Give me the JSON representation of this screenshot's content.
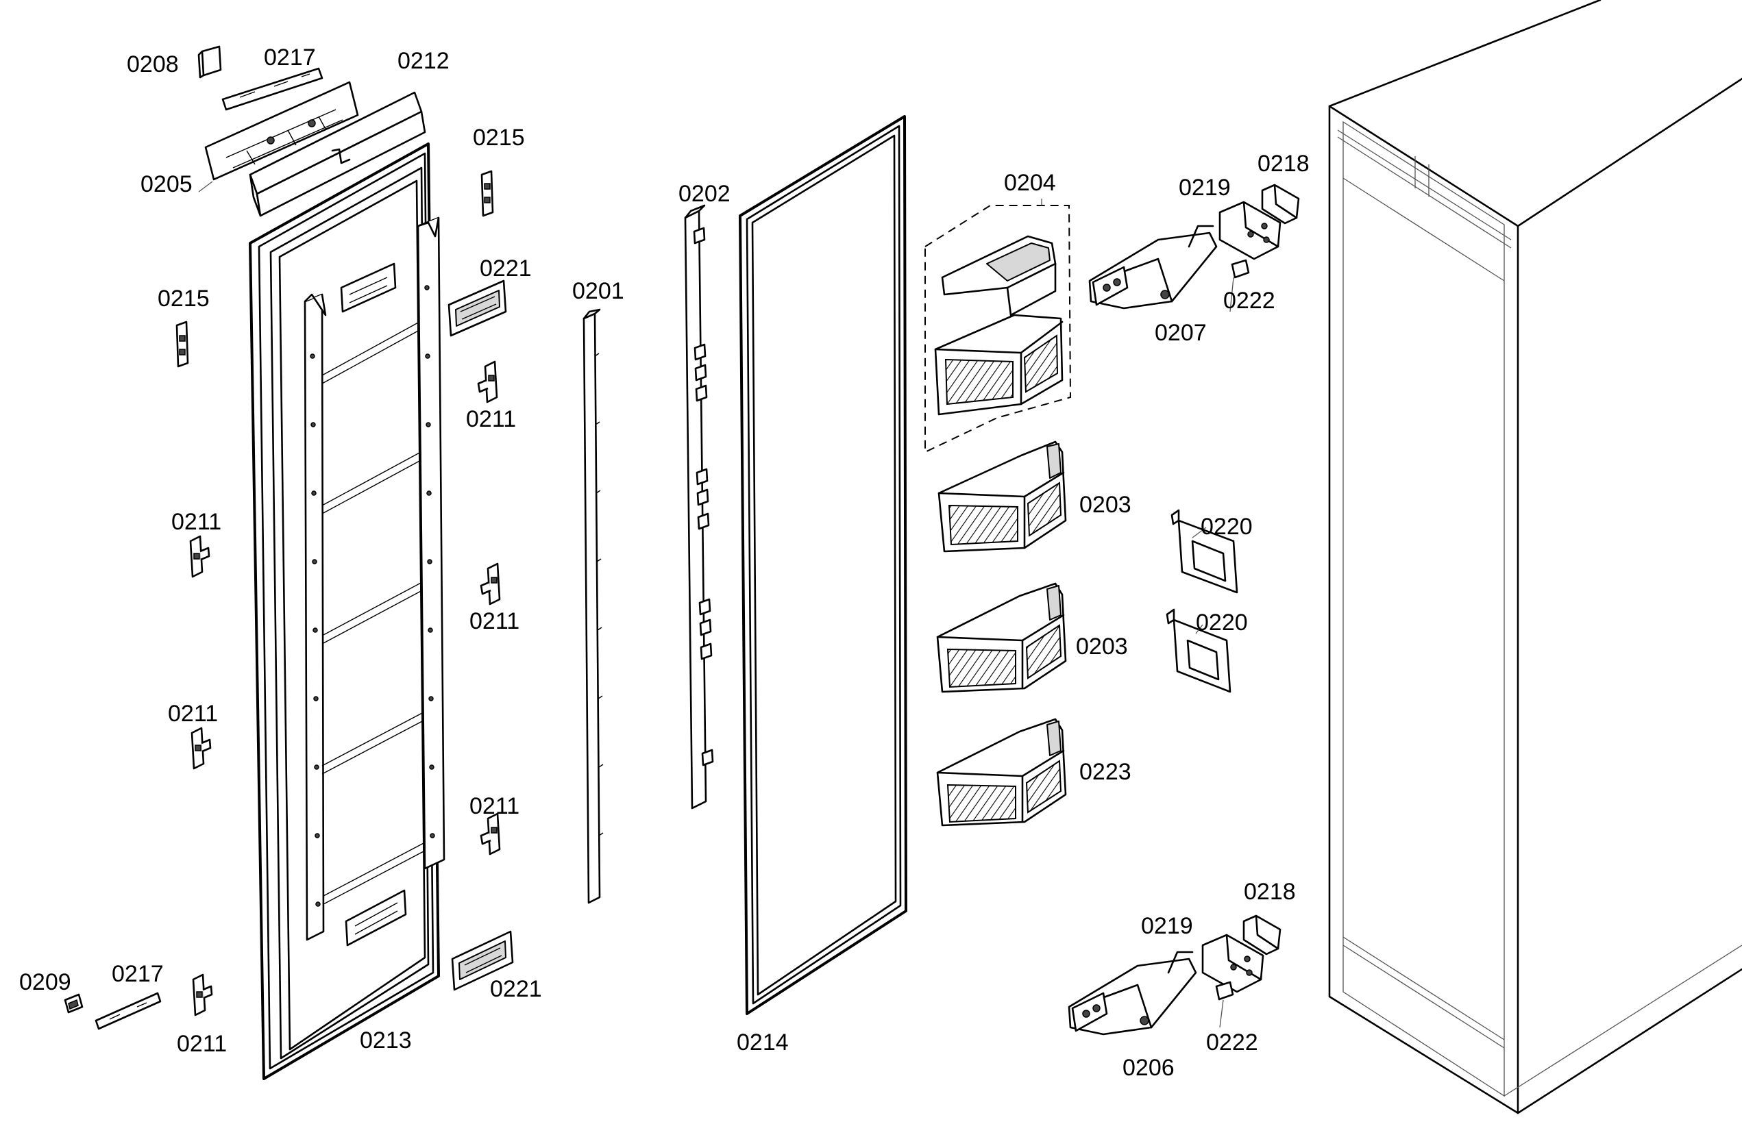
{
  "parts": {
    "p0201": "0201",
    "p0202": "0202",
    "p0203a": "0203",
    "p0203b": "0203",
    "p0204": "0204",
    "p0205": "0205",
    "p0206": "0206",
    "p0207": "0207",
    "p0208": "0208",
    "p0209": "0209",
    "p0211a": "0211",
    "p0211b": "0211",
    "p0211c": "0211",
    "p0211d": "0211",
    "p0211e": "0211",
    "p0211f": "0211",
    "p0212": "0212",
    "p0213": "0213",
    "p0214": "0214",
    "p0215a": "0215",
    "p0215b": "0215",
    "p0217a": "0217",
    "p0217b": "0217",
    "p0218a": "0218",
    "p0218b": "0218",
    "p0219a": "0219",
    "p0219b": "0219",
    "p0220a": "0220",
    "p0220b": "0220",
    "p0221a": "0221",
    "p0221b": "0221",
    "p0222a": "0222",
    "p0222b": "0222",
    "p0223": "0223"
  }
}
